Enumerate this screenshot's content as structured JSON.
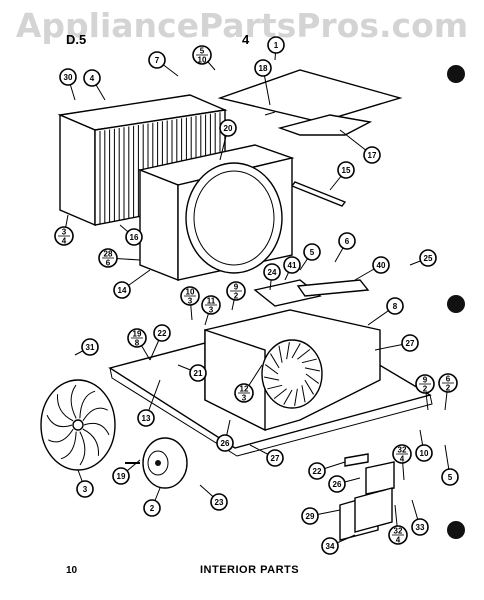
{
  "header": {
    "watermark": "AppliancePartsPros.com",
    "corner_tl": "D.5",
    "corner_tr": "4"
  },
  "footer": {
    "page_number": "10",
    "caption": "INTERIOR PARTS"
  },
  "callouts": [
    {
      "id": "c1",
      "top": "1",
      "bottom": ""
    },
    {
      "id": "c4",
      "top": "4",
      "bottom": ""
    },
    {
      "id": "c7",
      "top": "7",
      "bottom": ""
    },
    {
      "id": "c5a",
      "top": "5",
      "bottom": "10"
    },
    {
      "id": "c18",
      "top": "18",
      "bottom": ""
    },
    {
      "id": "c30",
      "top": "30",
      "bottom": ""
    },
    {
      "id": "c20",
      "top": "20",
      "bottom": ""
    },
    {
      "id": "c17",
      "top": "17",
      "bottom": ""
    },
    {
      "id": "c15",
      "top": "15",
      "bottom": ""
    },
    {
      "id": "c3a",
      "top": "3",
      "bottom": "4"
    },
    {
      "id": "c16",
      "top": "16",
      "bottom": ""
    },
    {
      "id": "c28",
      "top": "28",
      "bottom": "6"
    },
    {
      "id": "c14",
      "top": "14",
      "bottom": ""
    },
    {
      "id": "c5b",
      "top": "5",
      "bottom": ""
    },
    {
      "id": "c6a",
      "top": "6",
      "bottom": ""
    },
    {
      "id": "c41",
      "top": "41",
      "bottom": ""
    },
    {
      "id": "c24",
      "top": "24",
      "bottom": ""
    },
    {
      "id": "c40",
      "top": "40",
      "bottom": ""
    },
    {
      "id": "c25",
      "top": "25",
      "bottom": ""
    },
    {
      "id": "c10",
      "top": "10",
      "bottom": "3"
    },
    {
      "id": "c11",
      "top": "11",
      "bottom": "3"
    },
    {
      "id": "c9a",
      "top": "9",
      "bottom": "2"
    },
    {
      "id": "c8",
      "top": "8",
      "bottom": ""
    },
    {
      "id": "c31",
      "top": "31",
      "bottom": ""
    },
    {
      "id": "c19",
      "top": "19",
      "bottom": "8"
    },
    {
      "id": "c22a",
      "top": "22",
      "bottom": ""
    },
    {
      "id": "c27a",
      "top": "27",
      "bottom": ""
    },
    {
      "id": "c21",
      "top": "21",
      "bottom": ""
    },
    {
      "id": "c12",
      "top": "12",
      "bottom": "3"
    },
    {
      "id": "c13",
      "top": "13",
      "bottom": ""
    },
    {
      "id": "c9b",
      "top": "9",
      "bottom": "2"
    },
    {
      "id": "c6b",
      "top": "6",
      "bottom": "2"
    },
    {
      "id": "c3b",
      "top": "3",
      "bottom": ""
    },
    {
      "id": "c19b",
      "top": "19",
      "bottom": ""
    },
    {
      "id": "c2",
      "top": "2",
      "bottom": ""
    },
    {
      "id": "c23",
      "top": "23",
      "bottom": ""
    },
    {
      "id": "c26a",
      "top": "26",
      "bottom": ""
    },
    {
      "id": "c22b",
      "top": "22",
      "bottom": ""
    },
    {
      "id": "c10b",
      "top": "10",
      "bottom": ""
    },
    {
      "id": "c5c",
      "top": "5",
      "bottom": ""
    },
    {
      "id": "c26b",
      "top": "26",
      "bottom": ""
    },
    {
      "id": "c32a",
      "top": "32",
      "bottom": "4"
    },
    {
      "id": "c29",
      "top": "29",
      "bottom": ""
    },
    {
      "id": "c33",
      "top": "33",
      "bottom": ""
    },
    {
      "id": "c32b",
      "top": "32",
      "bottom": "4"
    },
    {
      "id": "c34",
      "top": "34",
      "bottom": ""
    },
    {
      "id": "c27b",
      "top": "27",
      "bottom": ""
    }
  ]
}
